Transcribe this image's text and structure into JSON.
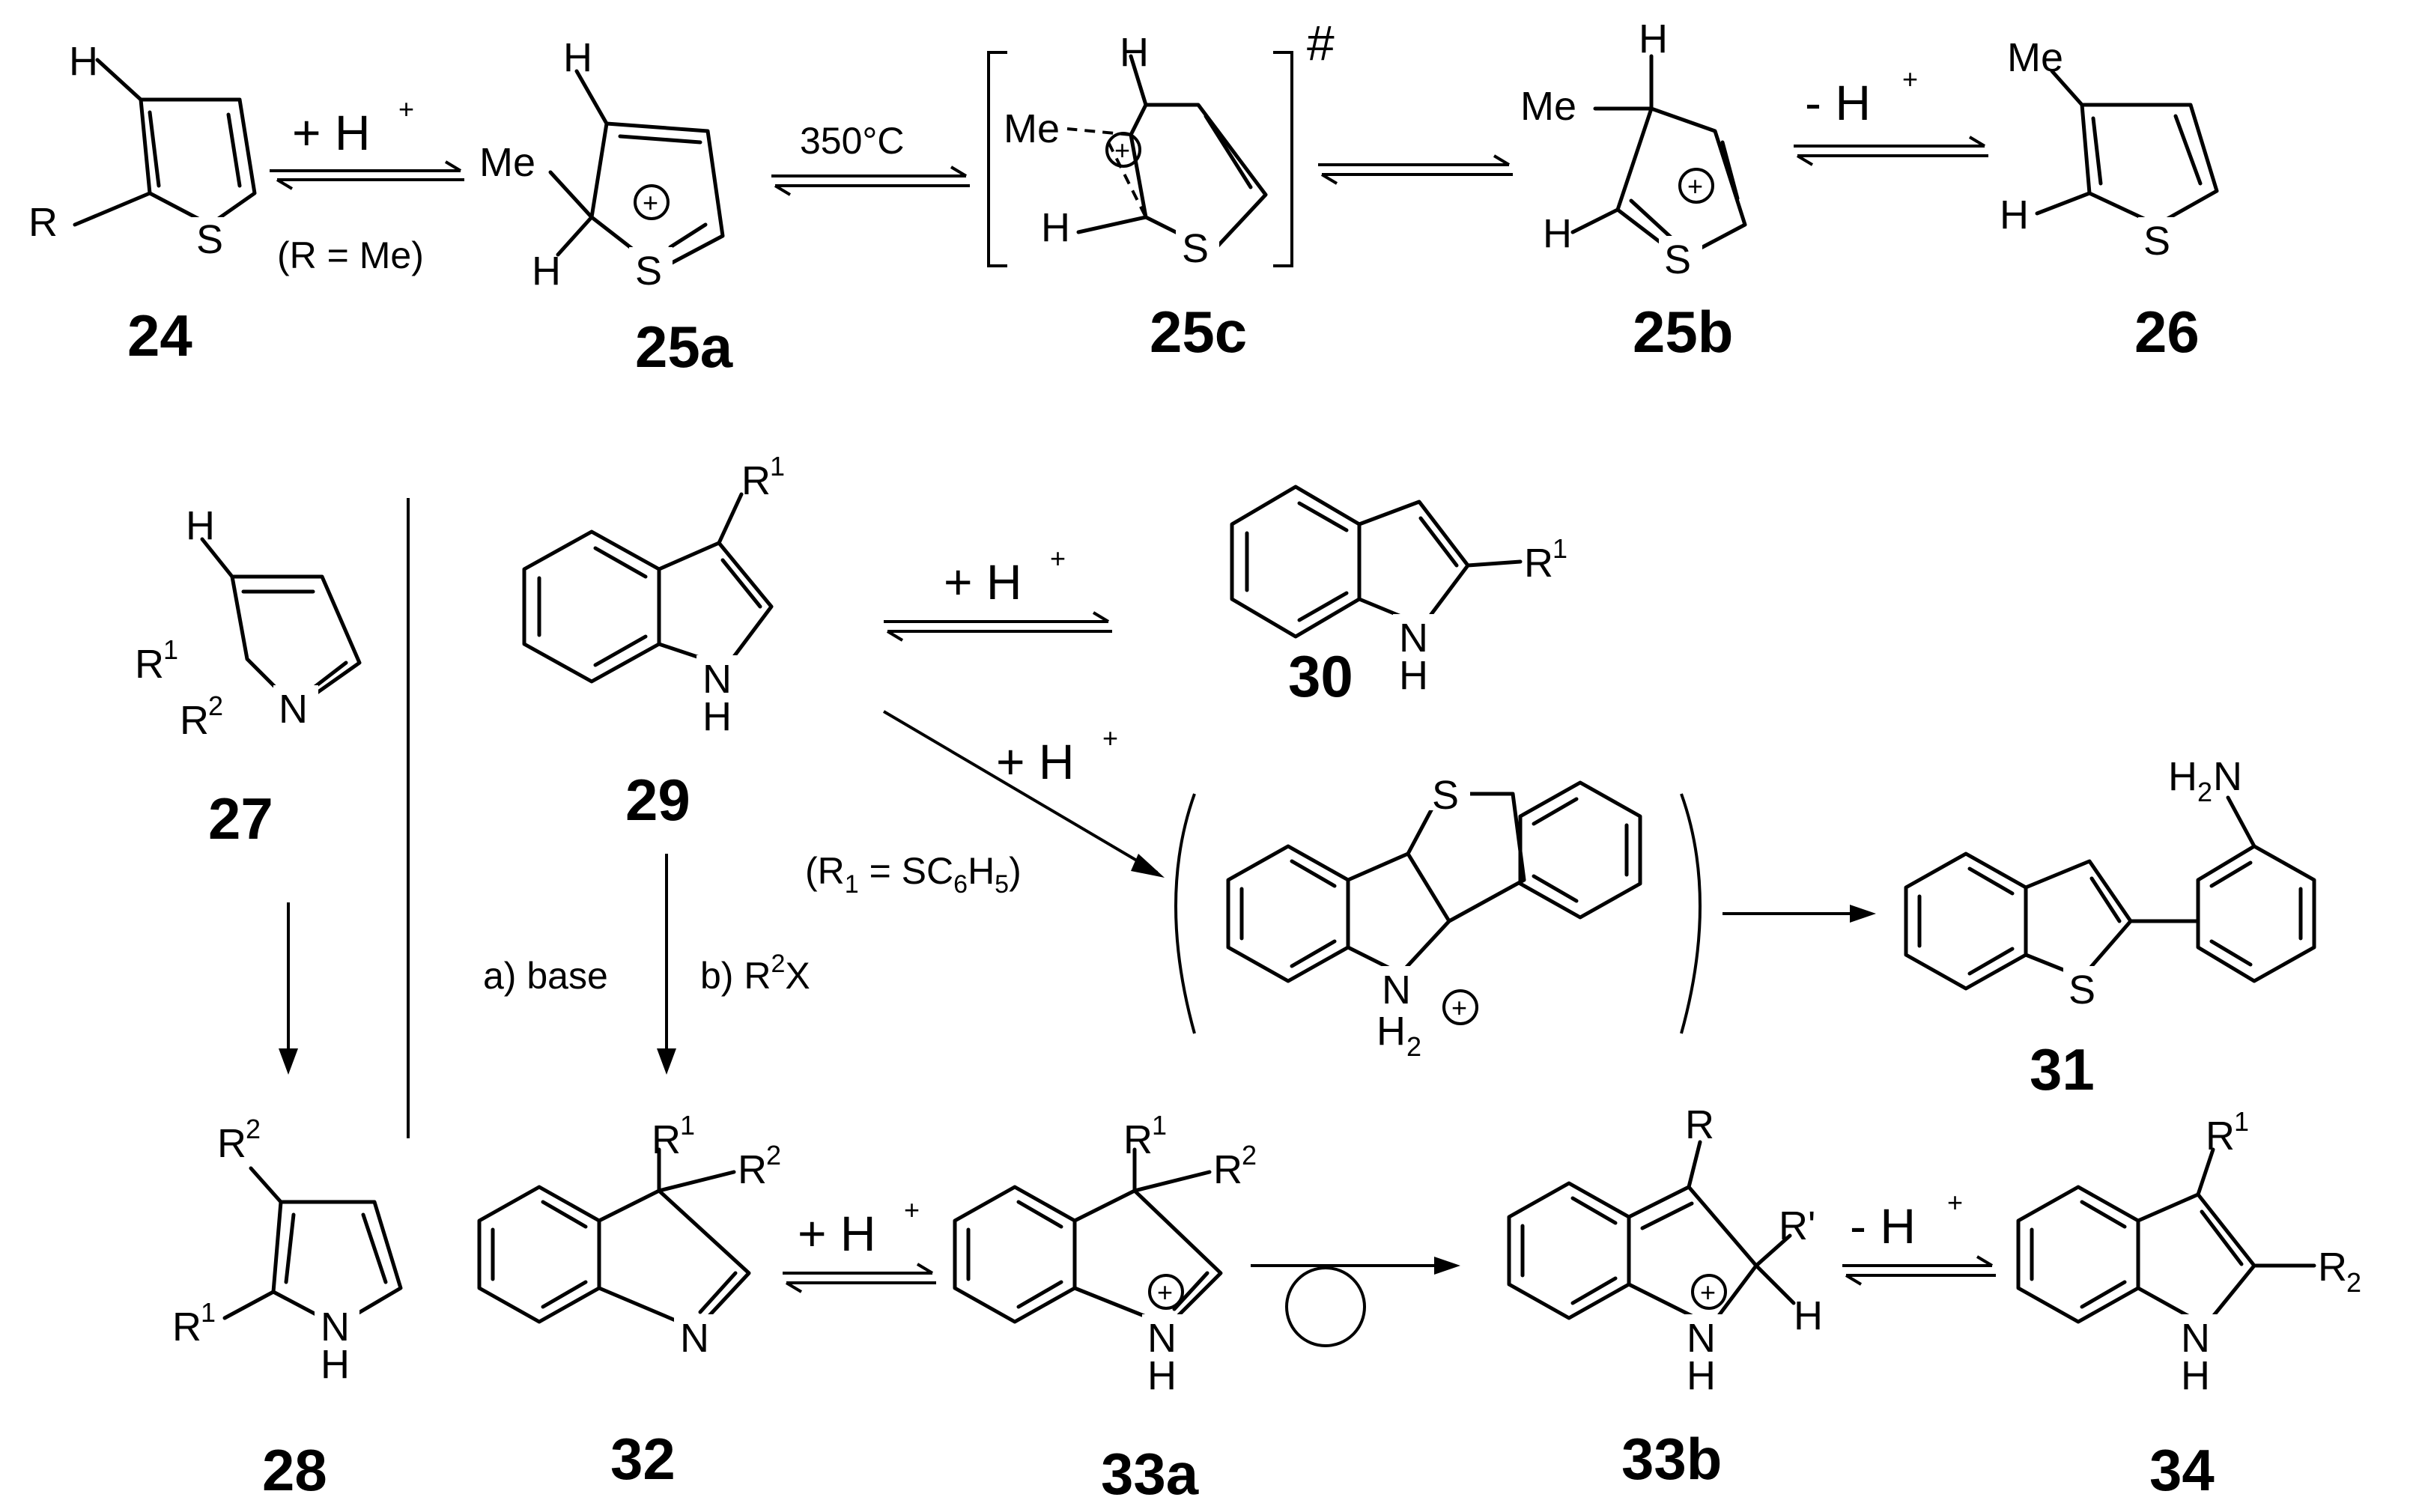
{
  "atoms": {
    "H": "H",
    "R": "R",
    "S": "S",
    "N": "N",
    "Me": "Me",
    "R1": "R",
    "R2": "R",
    "sup1": "1",
    "sup2": "2",
    "Rprime": "R'",
    "Rsub2": "R",
    "sub2": "2",
    "H2": "H",
    "H2N": "H"
  },
  "compounds": {
    "c24": "24",
    "c25a": "25a",
    "c25c": "25c",
    "c25b": "25b",
    "c26": "26",
    "c27": "27",
    "c28": "28",
    "c29": "29",
    "c30": "30",
    "c31": "31",
    "c32": "32",
    "c33a": "33a",
    "c33b": "33b",
    "c34": "34"
  },
  "conditions": {
    "plus_H": "+ H",
    "minus_H": "- H",
    "plus_sign": "+",
    "R_eq_Me": "(R = Me)",
    "temp": "350°C",
    "transition_mark": "#",
    "R1_eq_SC6H5_a": "(R",
    "R1_eq_SC6H5_b": "1",
    "R1_eq_SC6H5_c": " = SC",
    "R1_eq_SC6H5_d": "6",
    "R1_eq_SC6H5_e": "H",
    "R1_eq_SC6H5_f": "5",
    "R1_eq_SC6H5_g": ")",
    "base": "a) base",
    "r2x_a": "b) R",
    "r2x_b": "2",
    "r2x_c": "X",
    "plus_charge": "+",
    "H2_sub": "2",
    "N_after_H2": "N"
  }
}
